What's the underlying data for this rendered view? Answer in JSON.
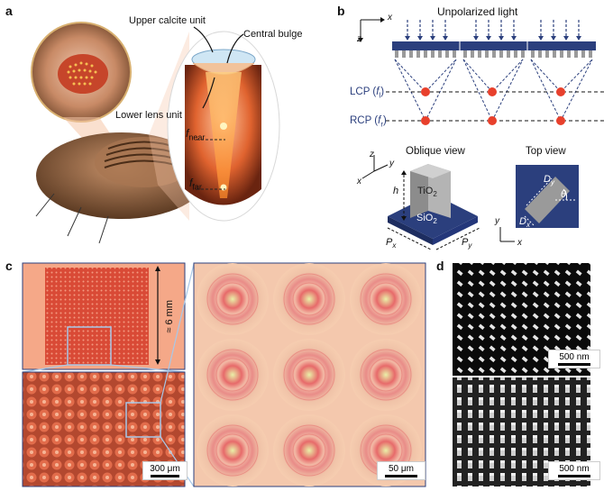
{
  "panels": {
    "a": {
      "label": "a",
      "upper_calcite": "Upper calcite unit",
      "central_bulge": "Central bulge",
      "lower_lens": "Lower lens unit",
      "f_near_main": "f",
      "f_near_sub": "near",
      "f_far_main": "f",
      "f_far_sub": "far"
    },
    "b": {
      "label": "b",
      "unpolarized": "Unpolarized light",
      "axis_x": "x",
      "axis_z": "z",
      "lcp_main": "LCP (",
      "lcp_f": "f",
      "lcp_sub": "l",
      "lcp_end": ")",
      "rcp_main": "RCP (",
      "rcp_f": "f",
      "rcp_sub": "r",
      "rcp_end": ")",
      "oblique_title": "Oblique view",
      "top_title": "Top view",
      "tio2_main": "TiO",
      "tio2_sub": "2",
      "sio2_main": "SiO",
      "sio2_sub": "2",
      "h": "h",
      "px_main": "P",
      "px_sub": "x",
      "py_main": "P",
      "py_sub": "y",
      "dy_main": "D",
      "dy_sub": "y",
      "dx_main": "D",
      "dx_sub": "x",
      "theta": "θ",
      "ax_z": "z",
      "ax_y": "y",
      "ax_x": "x"
    },
    "c": {
      "label": "c",
      "size_label": "≈ 6 mm",
      "scale_300": "300 μm",
      "scale_50": "50 μm"
    },
    "d": {
      "label": "d",
      "scale_top": "500 nm",
      "scale_bottom": "500 nm"
    }
  },
  "colors": {
    "navy": "#2b3f7d",
    "lens_orange": "#d9543e",
    "focus_red": "#e8402c"
  }
}
